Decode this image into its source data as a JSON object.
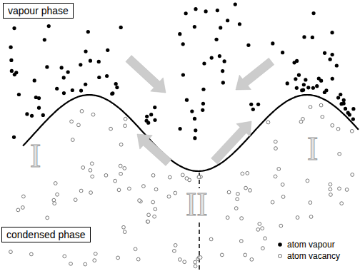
{
  "diagram": {
    "nodes": [
      {
        "text": [
          "vapour phase"
        ]
      },
      {
        "text": [
          "condensed phase"
        ]
      }
    ],
    "labels": [
      "I",
      "I",
      "II"
    ],
    "legend": [
      {
        "text": "atom vapour"
      },
      {
        "text": "atom vacancy"
      }
    ]
  }
}
